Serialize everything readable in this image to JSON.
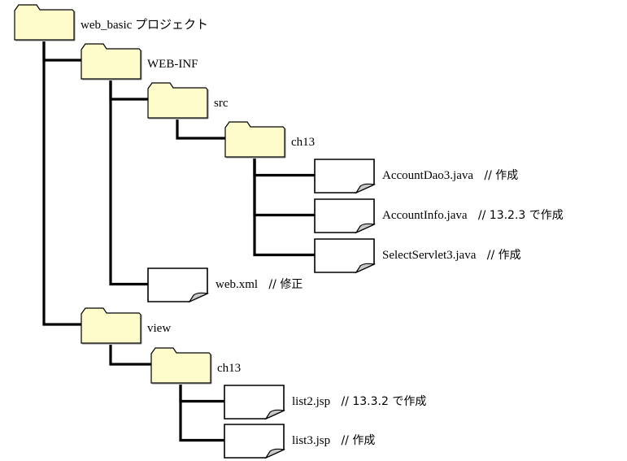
{
  "colors": {
    "folder_fill": "#fffccc",
    "file_fill": "#ffffff",
    "fold_fill": "#c8c8c8",
    "line": "#000000"
  },
  "tree": {
    "name": "web_basic プロジェクト",
    "type": "folder",
    "children": [
      {
        "name": "WEB-INF",
        "type": "folder",
        "children": [
          {
            "name": "src",
            "type": "folder",
            "children": [
              {
                "name": "ch13",
                "type": "folder",
                "children": [
                  {
                    "name": "AccountDao3.java",
                    "type": "file",
                    "comment": "// 作成"
                  },
                  {
                    "name": "AccountInfo.java",
                    "type": "file",
                    "comment": "// 13.2.3 で作成"
                  },
                  {
                    "name": "SelectServlet3.java",
                    "type": "file",
                    "comment": "// 作成"
                  }
                ]
              }
            ]
          },
          {
            "name": "web.xml",
            "type": "file",
            "comment": "// 修正"
          }
        ]
      },
      {
        "name": "view",
        "type": "folder",
        "children": [
          {
            "name": "ch13",
            "type": "folder",
            "children": [
              {
                "name": "list2.jsp",
                "type": "file",
                "comment": "// 13.3.2 で作成"
              },
              {
                "name": "list3.jsp",
                "type": "file",
                "comment": "// 作成"
              }
            ]
          }
        ]
      }
    ]
  }
}
